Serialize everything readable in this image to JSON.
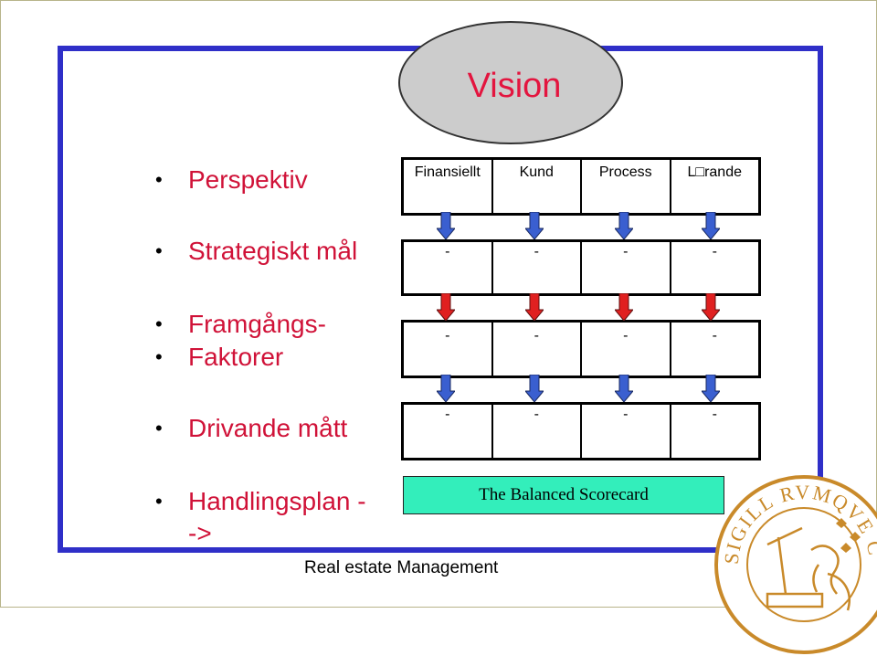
{
  "title": "Vision",
  "bullets": [
    {
      "label": "Perspektiv"
    },
    {
      "label": "Strategiskt mål"
    },
    {
      "label": "Framgångs-"
    },
    {
      "label": "Faktorer"
    },
    {
      "label": "Drivande mått"
    },
    {
      "label": "Handlingsplan -"
    },
    {
      "label": "->"
    }
  ],
  "perspectives": [
    "Finansiellt",
    "Kund",
    "Process",
    "L□rande"
  ],
  "rows": {
    "strategi": [
      "-",
      "-",
      "-",
      "-"
    ],
    "framgang": [
      "-",
      "-",
      "-",
      "-"
    ],
    "drivande": [
      "-",
      "-",
      "-",
      "-"
    ]
  },
  "box_label": "The Balanced Scorecard",
  "footer": "Real estate Management",
  "colors": {
    "frame": "#2f2fc8",
    "title": "#e3153f",
    "bullet_text": "#d01238",
    "arrow_blue": "#3a5fd0",
    "arrow_red": "#e02020",
    "box_fill": "#33eebb",
    "seal": "#c98a2a"
  },
  "seal_text": "SIGILL RVMQVE CAROLINAE ACADEMIAE"
}
